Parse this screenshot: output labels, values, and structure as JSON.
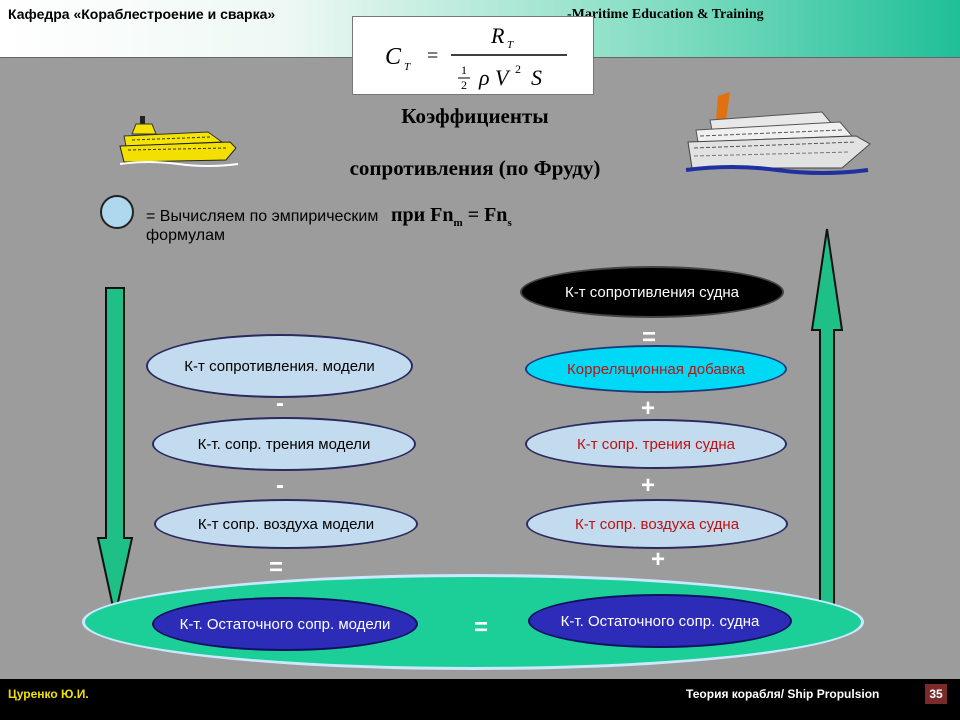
{
  "header": {
    "department": "Кафедра «Кораблестроение и сварка»",
    "meta": "-Maritime Education & Training"
  },
  "formula": {
    "lhs": "C",
    "lhs_sub": "T",
    "eq": "=",
    "num": "R",
    "num_sub": "T",
    "den_frac_top": "1",
    "den_frac_bottom": "2",
    "den_rho": "ρ",
    "den_v": "V",
    "den_exp": "2",
    "den_s": "S"
  },
  "title": {
    "line1": "Коэффициенты",
    "line2": "сопротивления (по Фруду)"
  },
  "legend": {
    "text": "= Вычисляем по эмпирическим формулам"
  },
  "condition": {
    "prefix": "при  Fn",
    "sub_m": "m",
    "eq": " = Fn",
    "sub_s": "s"
  },
  "model": {
    "total": "К-т сопротивления. модели",
    "friction": "К-т. сопр. трения модели",
    "air": "К-т  сопр. воздуха модели",
    "residual": "К-т. Остаточного сопр. модели"
  },
  "ship": {
    "total": "К-т сопротивления судна",
    "correlation": "Корреляционная добавка",
    "friction": "К-т сопр. трения судна",
    "air": "К-т  сопр. воздуха судна",
    "residual": "К-т. Остаточного сопр. судна"
  },
  "operators": {
    "minus1": "-",
    "minus2": "-",
    "eq_left": "=",
    "eq_top_right": "=",
    "plus1": "+",
    "plus2": "+",
    "plus3": "+",
    "eq_center": "="
  },
  "footer": {
    "author": "Цуренко Ю.И.",
    "course": "Теория корабля/ Ship Propulsion",
    "page": "35"
  },
  "colors": {
    "background": "#9c9c9c",
    "arrow_fill": "#1fbf88",
    "ellipse_light": "#c3dbee",
    "ellipse_cyan": "#00d9f5",
    "ellipse_navy": "#2c2cb8",
    "base_ellipse": "#1ccf98"
  },
  "icons": {
    "ship_left": "yellow-ferry-icon",
    "ship_right": "cruise-ship-icon",
    "arrow_left": "down-arrow-icon",
    "arrow_right": "up-arrow-icon"
  }
}
